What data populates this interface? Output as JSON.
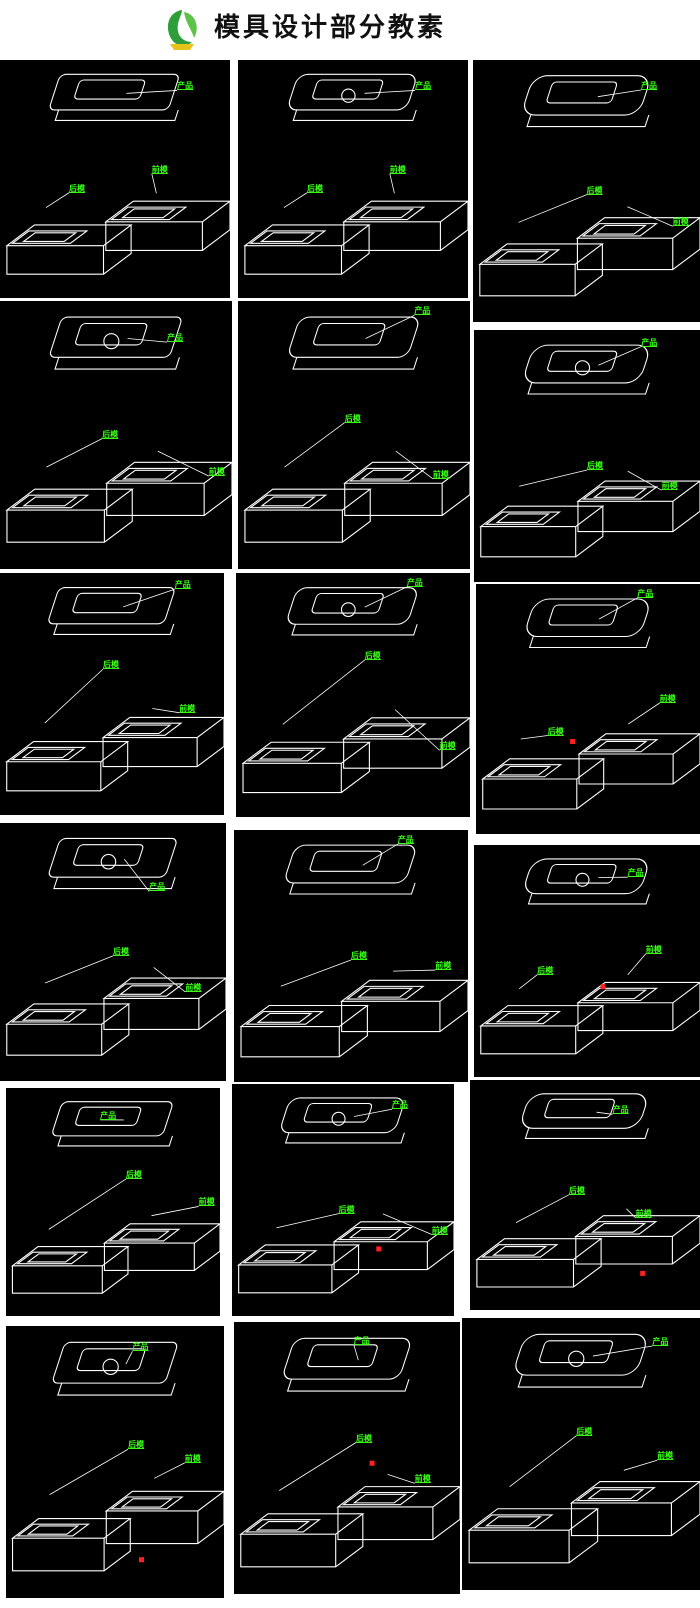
{
  "header": {
    "title": "模具设计部分教素",
    "logo_icon": "green-leaf-logo-icon"
  },
  "colors": {
    "panel_bg": "#000000",
    "line": "#ffffff",
    "label": "#39ff14",
    "marker": "#ff2020"
  },
  "panels": [
    {
      "product": "产品",
      "core": "后模",
      "cavity": "前模"
    },
    {
      "product": "产品",
      "core": "后模",
      "cavity": "前模"
    },
    {
      "product": "产品",
      "core": "后模",
      "cavity": "前模"
    },
    {
      "product": "产品",
      "core": "后模",
      "cavity": "前模"
    },
    {
      "product": "产品",
      "core": "后模",
      "cavity": "前模"
    },
    {
      "product": "产品",
      "core": "后模",
      "cavity": "前模"
    },
    {
      "product": "产品",
      "core": "后模",
      "cavity": "前模"
    },
    {
      "product": "产品",
      "core": "后模",
      "cavity": "前模"
    },
    {
      "product": "产品",
      "core": "后模",
      "cavity": "前模"
    },
    {
      "product": "产品",
      "core": "后模",
      "cavity": "前模"
    },
    {
      "product": "产品",
      "core": "后模",
      "cavity": "前模"
    },
    {
      "product": "产品",
      "core": "后模",
      "cavity": "前模"
    },
    {
      "product": "产品",
      "core": "后模",
      "cavity": "前模"
    },
    {
      "product": "产品",
      "core": "后模",
      "cavity": "前模"
    },
    {
      "product": "产品",
      "core": "后模",
      "cavity": "前模"
    },
    {
      "product": "产品",
      "core": "后模",
      "cavity": "前模"
    },
    {
      "product": "产品",
      "core": "后模",
      "cavity": "前模"
    },
    {
      "product": "产品",
      "core": "后模",
      "cavity": "前模"
    }
  ]
}
